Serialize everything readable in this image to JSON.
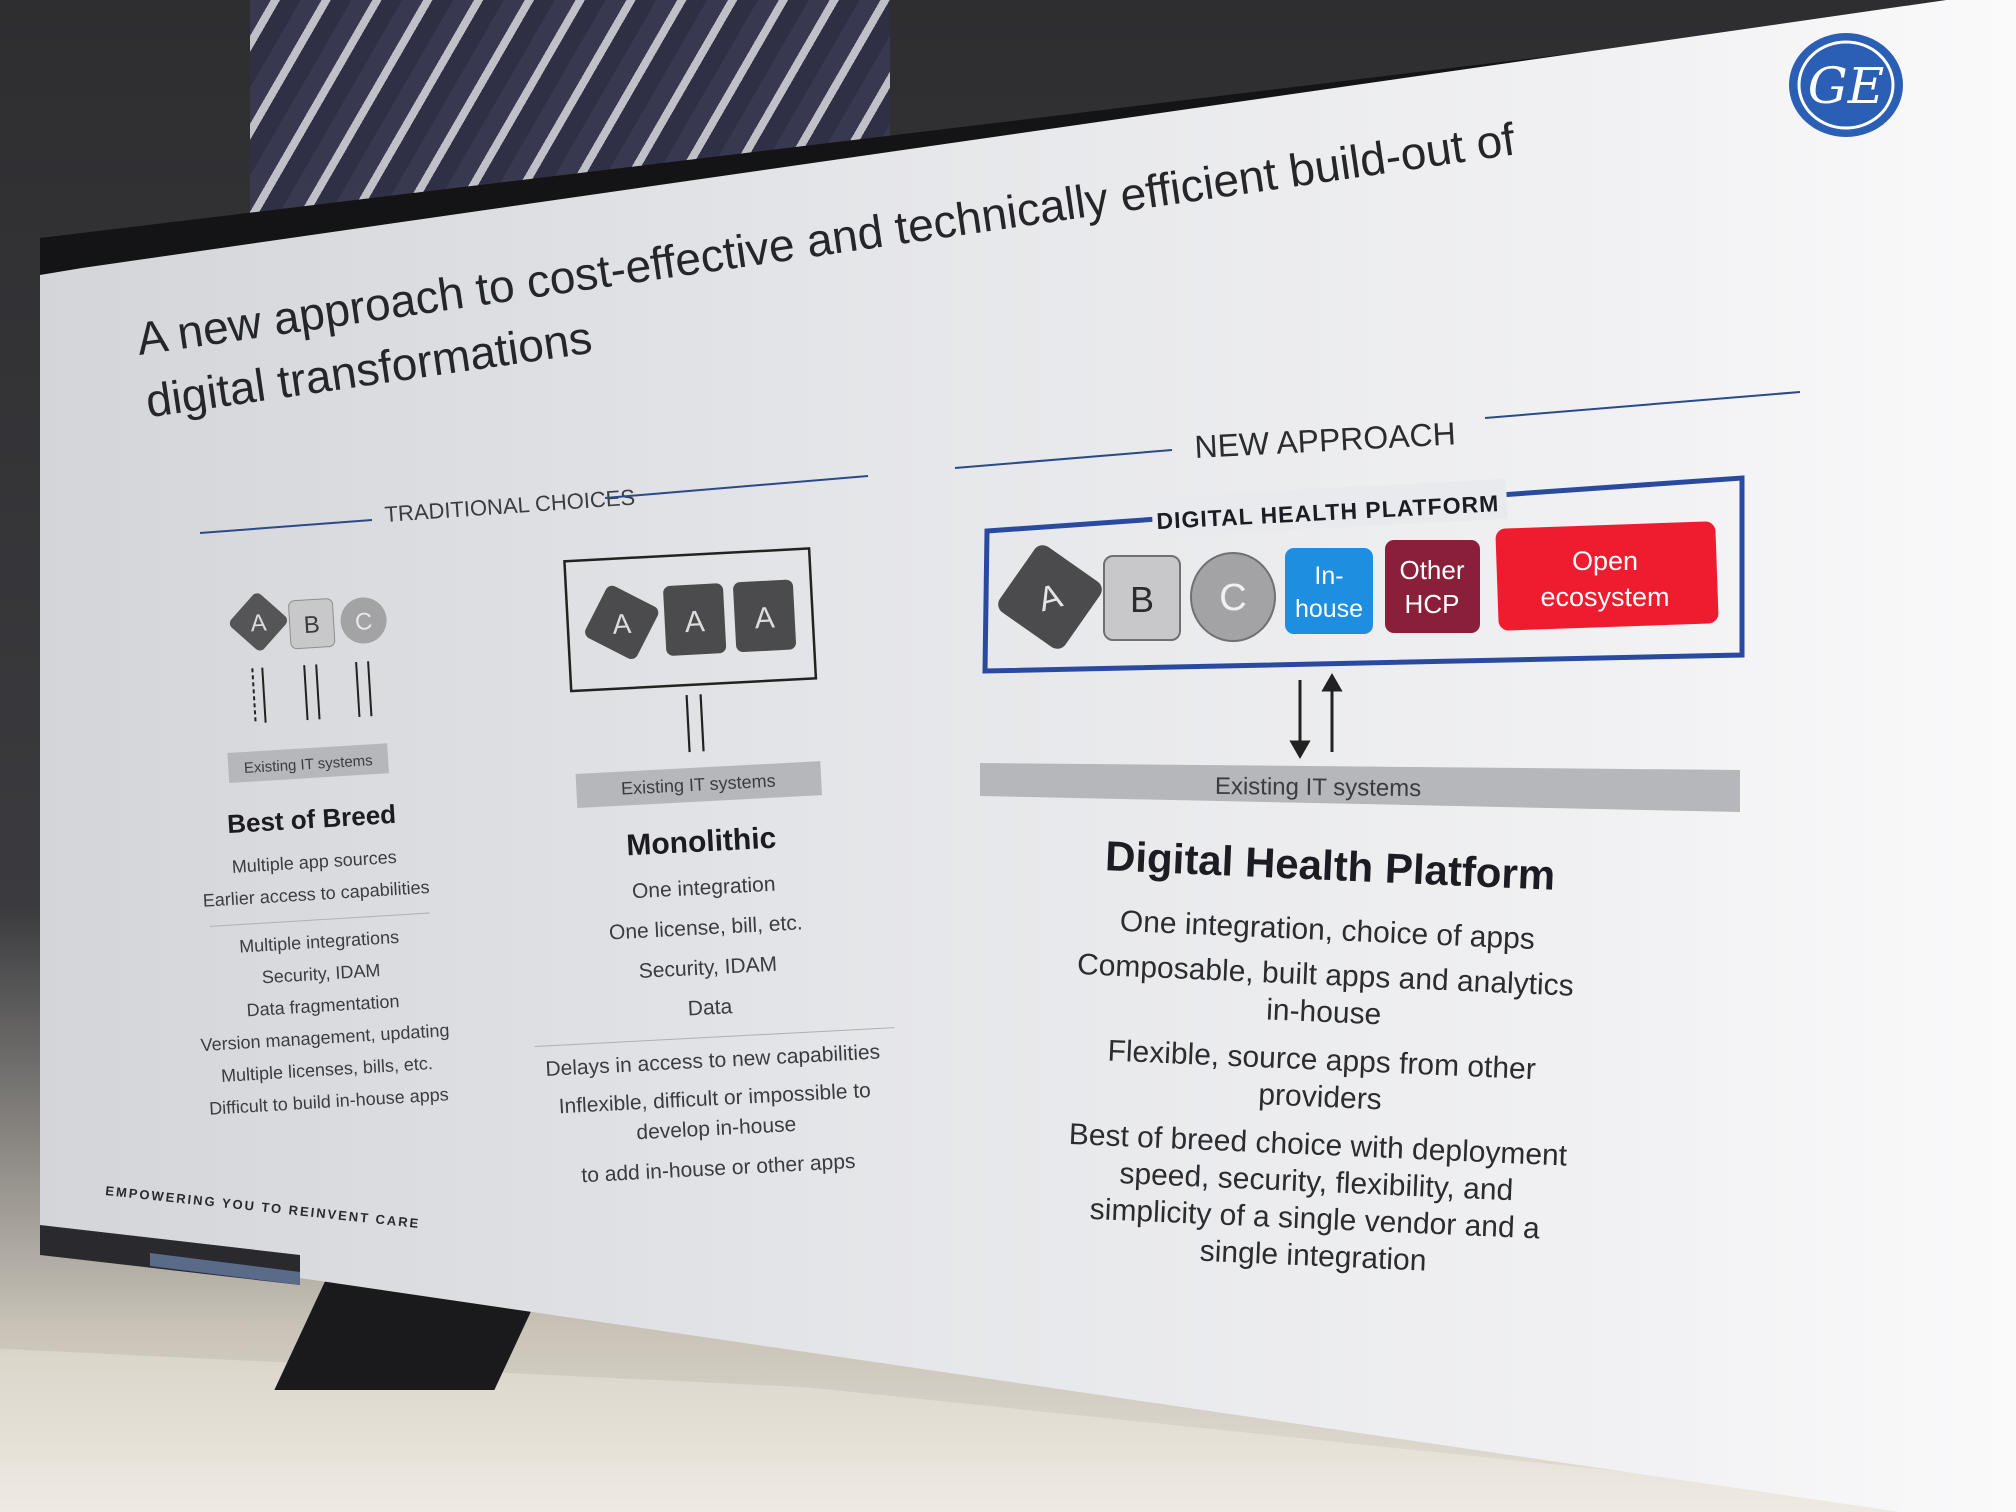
{
  "title_line1": "A new approach to cost-effective and technically efficient build-out of",
  "title_line2": "digital transformations",
  "logo_text": "GE",
  "footer_tagline": "EMPOWERING YOU TO REINVENT CARE",
  "traditional": {
    "header": "TRADITIONAL CHOICES",
    "best_of_breed": {
      "tiles": [
        "A",
        "B",
        "C"
      ],
      "systems_label": "Existing IT systems",
      "heading": "Best of Breed",
      "pros": [
        "Multiple app sources",
        "Earlier access to capabilities"
      ],
      "cons": [
        "Multiple integrations",
        "Security, IDAM",
        "Data fragmentation",
        "Version management, updating",
        "Multiple licenses, bills, etc.",
        "Difficult to build in-house apps"
      ]
    },
    "monolithic": {
      "tiles": [
        "A",
        "A",
        "A"
      ],
      "systems_label": "Existing IT systems",
      "heading": "Monolithic",
      "pros": [
        "One integration",
        "One license, bill, etc.",
        "Security, IDAM",
        "Data"
      ],
      "cons": [
        "Delays in access to new capabilities",
        "Inflexible, difficult or impossible to",
        "develop in-house",
        "to add in-house or other apps"
      ]
    }
  },
  "new_approach": {
    "header": "NEW APPROACH",
    "platform_label": "DIGITAL HEALTH PLATFORM",
    "tiles": [
      {
        "label": "A",
        "color": "#4b4b4d"
      },
      {
        "label": "B",
        "color": "#c8c8ca"
      },
      {
        "label": "C",
        "color": "#a3a3a6"
      },
      {
        "label_l1": "In-",
        "label_l2": "house",
        "color": "#1e8fe0"
      },
      {
        "label_l1": "Other",
        "label_l2": "HCP",
        "color": "#8a1f3a"
      },
      {
        "label_l1": "Open",
        "label_l2": "ecosystem",
        "color": "#ee1c2e"
      }
    ],
    "systems_label": "Existing IT systems",
    "heading": "Digital Health Platform",
    "bullets": [
      "One integration, choice of apps",
      "Composable, built apps and analytics",
      "in-house",
      "Flexible, source apps from other",
      "providers",
      "Best of breed choice with deployment",
      "speed, security, flexibility, and",
      "simplicity of a single vendor and a",
      "single integration"
    ]
  },
  "colors": {
    "platform_border": "#2a4aa0",
    "rule_line": "#2a4a8a",
    "text_dark": "#222226",
    "text_mid": "#3c3c40",
    "bar_gray": "#b6b7ba",
    "logo_blue": "#2a5fb5"
  }
}
